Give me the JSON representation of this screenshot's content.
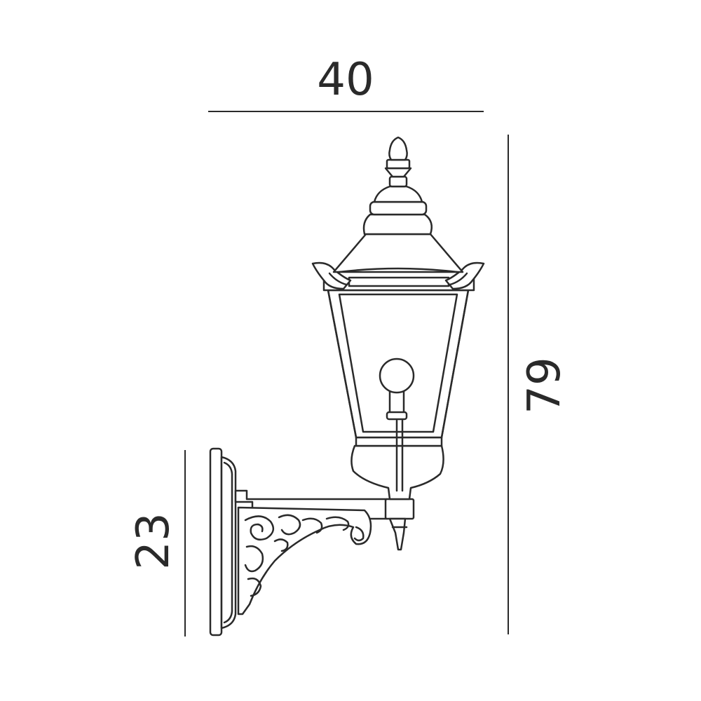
{
  "dimensions": {
    "width": "40",
    "height": "79",
    "bracket_height": "23"
  }
}
